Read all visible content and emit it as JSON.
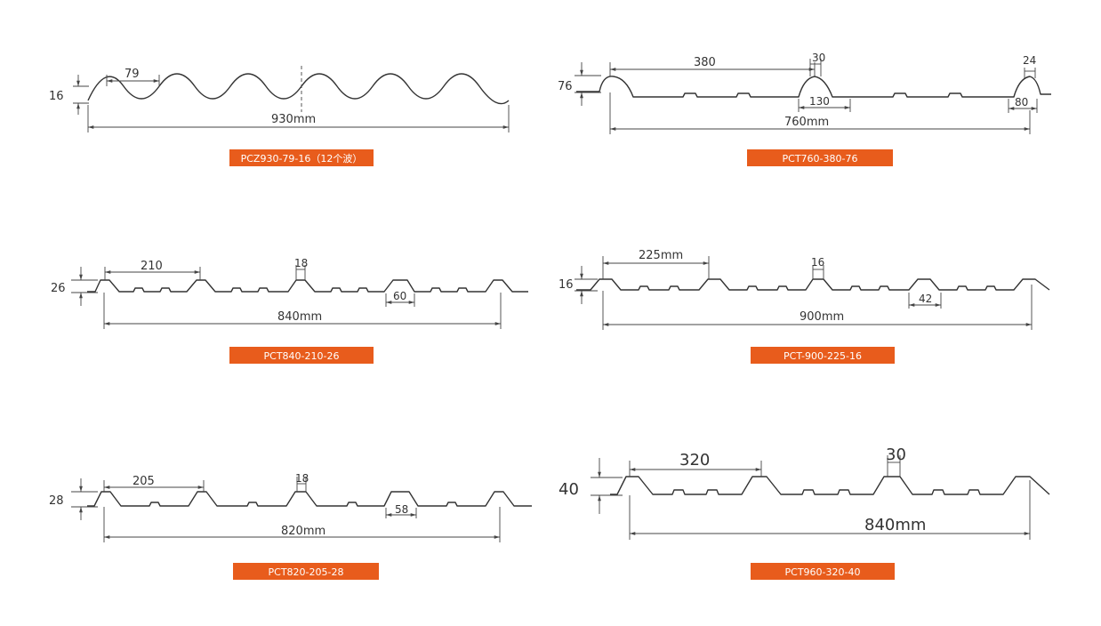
{
  "colors": {
    "caption_bg": "#e85c1c",
    "line": "#333333"
  },
  "profiles": [
    {
      "id": "pcz930",
      "caption": "PCZ930-79-16（12个波）",
      "dims": {
        "height": "16",
        "pitch": "79",
        "total": "930mm"
      }
    },
    {
      "id": "pct760",
      "caption": "PCT760-380-76",
      "dims": {
        "height": "76",
        "pitch": "380",
        "top": "30",
        "top2": "24",
        "base": "130",
        "base2": "80",
        "total": "760mm"
      }
    },
    {
      "id": "pct840",
      "caption": "PCT840-210-26",
      "dims": {
        "height": "26",
        "pitch": "210",
        "top": "18",
        "base": "60",
        "total": "840mm"
      }
    },
    {
      "id": "pct900",
      "caption": "PCT-900-225-16",
      "dims": {
        "height": "16",
        "pitch": "225mm",
        "top": "16",
        "base": "42",
        "total": "900mm"
      }
    },
    {
      "id": "pct820",
      "caption": "PCT820-205-28",
      "dims": {
        "height": "28",
        "pitch": "205",
        "top": "18",
        "base": "58",
        "total": "820mm"
      }
    },
    {
      "id": "pct960",
      "caption": "PCT960-320-40",
      "dims": {
        "height": "40",
        "pitch": "320",
        "top": "30",
        "total": "840mm"
      }
    }
  ]
}
